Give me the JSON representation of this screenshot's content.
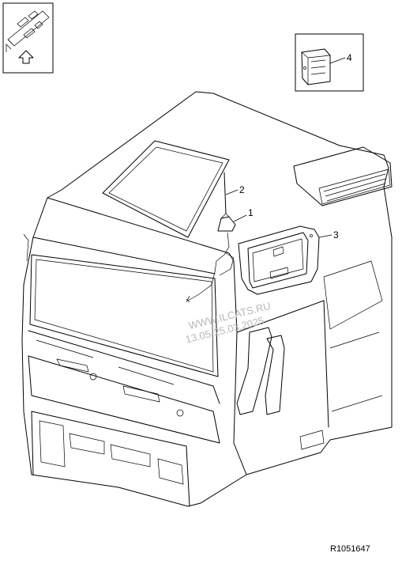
{
  "callouts": {
    "antenna_base": "1",
    "antenna_rod": "2",
    "display_unit": "3",
    "module_inset": "4"
  },
  "reference": "R1051647",
  "watermark": {
    "line1": "WWW.ILCATS.RU",
    "line2": "13.05-25.03.2025"
  },
  "orientation": {
    "arrow": "up-arrow-icon"
  }
}
